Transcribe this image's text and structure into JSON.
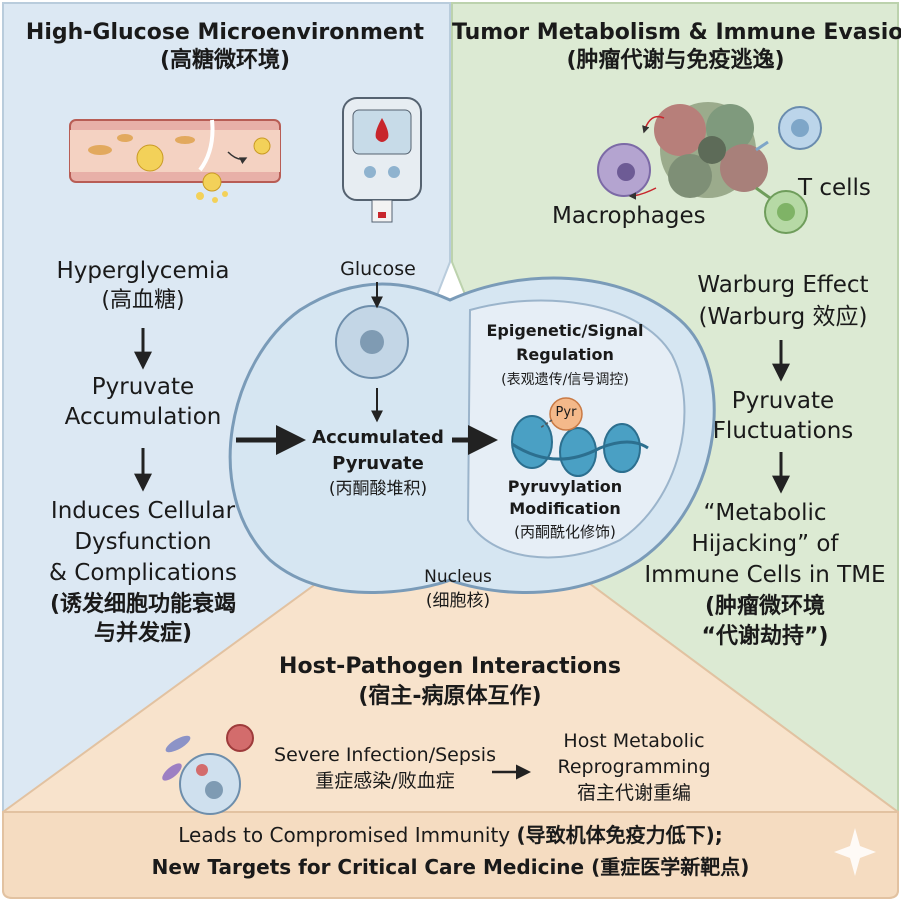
{
  "quadrants": {
    "left": {
      "title": "High-Glucose Microenvironment",
      "title_cn": "(高糖微环境)",
      "steps": [
        {
          "line1": "Hyperglycemia",
          "line2": "(高血糖)"
        },
        {
          "line1": "Pyruvate",
          "line2": "Accumulation"
        },
        {
          "line1": "Induces Cellular",
          "line2": "Dysfunction",
          "line3": "& Complications",
          "line4": "(诱发细胞功能衰竭",
          "line5": "与并发症)"
        }
      ]
    },
    "right": {
      "title": "Tumor Metabolism & Immune Evasion",
      "title_cn": "(肿瘤代谢与免疫逃逸)",
      "labels": {
        "tcells": "T cells",
        "macrophages": "Macrophages"
      },
      "steps": [
        {
          "line1": "Warburg Effect",
          "line2": "(Warburg 效应)"
        },
        {
          "line1": "Pyruvate",
          "line2": "Fluctuations"
        },
        {
          "line1": "“Metabolic",
          "line2": "Hijacking” of",
          "line3": "Immune Cells in TME",
          "line4": "(肿瘤微环境",
          "line5": "“代谢劫持”)"
        }
      ]
    },
    "bottom": {
      "title": "Host-Pathogen Interactions",
      "title_cn": "(宿主-病原体互作)",
      "infection": {
        "line1": "Severe Infection/Sepsis",
        "line2": "重症感染/败血症"
      },
      "reprogramming": {
        "line1": "Host Metabolic",
        "line2": "Reprogramming",
        "line3": "宿主代谢重编"
      },
      "footer": {
        "line1_en": "Leads to Compromised Immunity ",
        "line1_cn": "(导致机体免疫力低下);",
        "line2_en": "New Targets for Critical Care Medicine ",
        "line2_cn": "(重症医学新靶点)"
      }
    }
  },
  "center": {
    "glucose": "Glucose",
    "accumulated": {
      "line1": "Accumulated",
      "line2": "Pyruvate",
      "line3": "(丙酮酸堆积)"
    },
    "epigenetic": {
      "line1": "Epigenetic/Signal",
      "line2": "Regulation",
      "line3": "(表观遗传/信号调控)"
    },
    "pyr_tag": "Pyr",
    "modification": {
      "line1": "Pyruvylation",
      "line2": "Modification",
      "line3": "(丙酮酰化修饰)"
    },
    "nucleus": {
      "line1": "Nucleus",
      "line2": "(细胞核)"
    }
  },
  "colors": {
    "left_bg": "#dce8f3",
    "right_bg": "#dcead3",
    "bottom_bg": "#f8e3cc",
    "cell_fill": "#d6e6f2",
    "nucleus_fill": "#e6eef6",
    "text": "#1a1a1a"
  }
}
